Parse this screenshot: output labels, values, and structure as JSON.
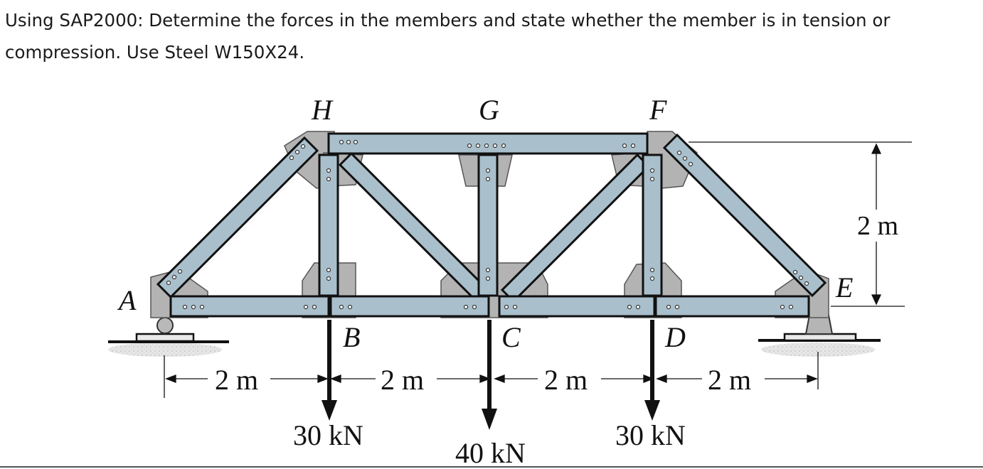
{
  "question": {
    "line1": "Using SAP2000: Determine the forces in the members and state whether the member is in tension or",
    "line2": "compression. Use Steel W150X24."
  },
  "figure": {
    "joints": {
      "A": "A",
      "B": "B",
      "C": "C",
      "D": "D",
      "E": "E",
      "F": "F",
      "G": "G",
      "H": "H"
    },
    "spans": [
      "2 m",
      "2 m",
      "2 m",
      "2 m"
    ],
    "height": "2 m",
    "loads": {
      "B": "30 kN",
      "C": "40 kN",
      "D": "30 kN"
    },
    "colors": {
      "member": "#a9bfcc",
      "gusset": "#b5b5b5",
      "outline": "#111111"
    }
  }
}
